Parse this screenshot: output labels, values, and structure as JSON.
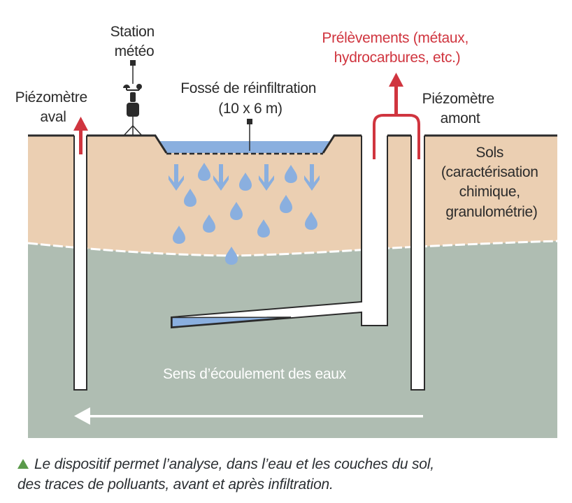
{
  "diagram": {
    "labels": {
      "station_meteo": [
        "Station",
        "météo"
      ],
      "piezometre_aval": [
        "Piézomètre",
        "aval"
      ],
      "fosse": [
        "Fossé de réinfiltration",
        "(10 x 6 m)"
      ],
      "prelevements": [
        "Prélèvements (métaux,",
        "hydrocarbures, etc.)"
      ],
      "piezometre_amont": [
        "Piézomètre",
        "amont"
      ],
      "sols": [
        "Sols",
        "(caractérisation",
        "chimique,",
        "granulométrie)"
      ],
      "flow_direction": "Sens d’écoulement des eaux"
    },
    "colors": {
      "soil": "#ebcfb2",
      "groundwater": "#afbdb2",
      "water": "#8aafdf",
      "red": "#d0353f",
      "outline": "#2b2b2b",
      "caption_marker": "#5a9a4a"
    }
  },
  "caption": {
    "marker_icon": "triangle-up",
    "line1": "Le dispositif permet l’analyse, dans l’eau et les couches du sol,",
    "line2": "des traces de polluants, avant et après infiltration."
  }
}
